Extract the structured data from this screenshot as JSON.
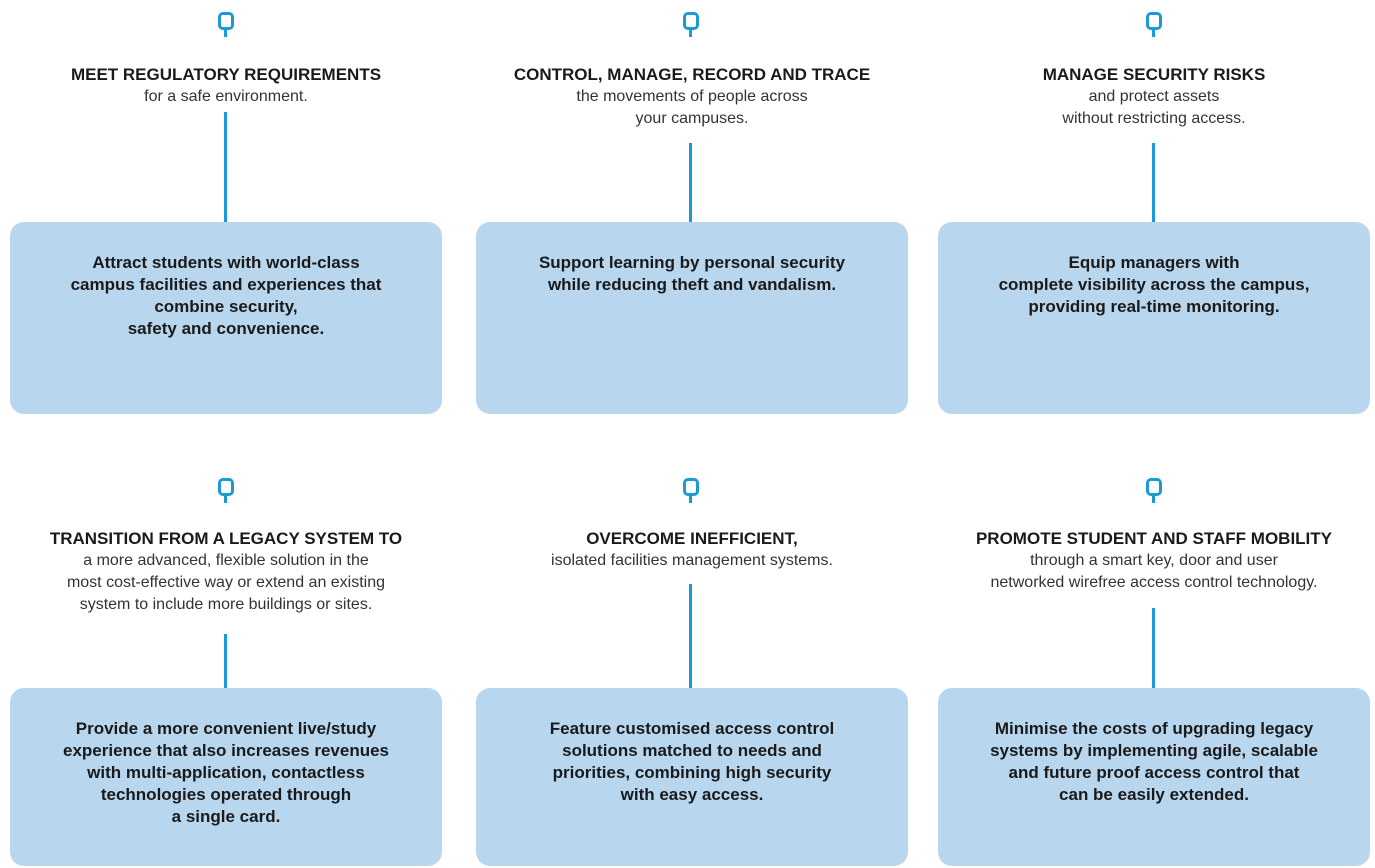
{
  "items": [
    {
      "heading": "MEET REGULATORY REQUIREMENTS",
      "sub": [
        "for a safe environment."
      ],
      "card": [
        "Attract students with world-class",
        "campus facilities and experiences that",
        "combine security,",
        "safety and convenience."
      ]
    },
    {
      "heading": "CONTROL, MANAGE, RECORD AND TRACE",
      "sub": [
        "the movements of people across",
        "your campuses."
      ],
      "card": [
        "Support learning by personal security",
        "while reducing theft and vandalism."
      ]
    },
    {
      "heading": "MANAGE SECURITY RISKS",
      "sub": [
        "and protect assets",
        "without restricting access."
      ],
      "card": [
        "Equip managers with",
        "complete visibility across the campus,",
        "providing real-time monitoring."
      ]
    },
    {
      "heading": "TRANSITION FROM A LEGACY SYSTEM TO",
      "sub": [
        "a more advanced, flexible solution in the",
        "most cost-effective way or extend an existing",
        "system to include more buildings or sites."
      ],
      "card": [
        "Provide a more convenient live/study",
        "experience that also increases revenues",
        "with multi-application, contactless",
        "technologies operated through",
        "a single card."
      ]
    },
    {
      "heading": "OVERCOME INEFFICIENT,",
      "sub": [
        "isolated facilities management systems."
      ],
      "card": [
        "Feature customised access control",
        "solutions matched to needs and",
        "priorities, combining high security",
        "with easy access."
      ]
    },
    {
      "heading": "PROMOTE STUDENT AND STAFF MOBILITY",
      "sub": [
        "through a smart key, door and user",
        "networked wirefree access control technology."
      ],
      "card": [
        "Minimise the costs of upgrading legacy",
        "systems by implementing agile, scalable",
        "and future proof access control that",
        "can be easily extended."
      ]
    }
  ]
}
